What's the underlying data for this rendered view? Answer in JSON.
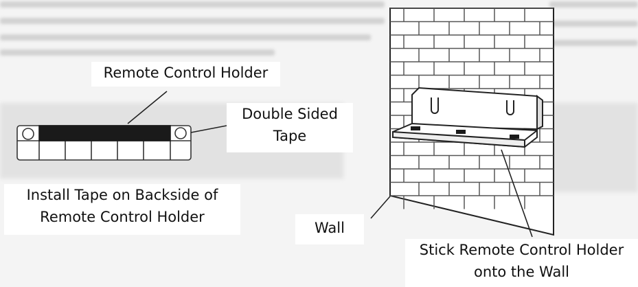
{
  "labels": {
    "holder": "Remote Control Holder",
    "tape_line1": "Double Sided",
    "tape_line2": "Tape",
    "install_line1": "Install Tape on Backside of",
    "install_line2": "Remote Control Holder",
    "wall": "Wall",
    "stick_line1": "Stick Remote Control Holder",
    "stick_line2": "onto the Wall"
  },
  "colors": {
    "tape": "#1a1a1a",
    "outline": "#333333",
    "wall_fill": "#ffffff"
  }
}
